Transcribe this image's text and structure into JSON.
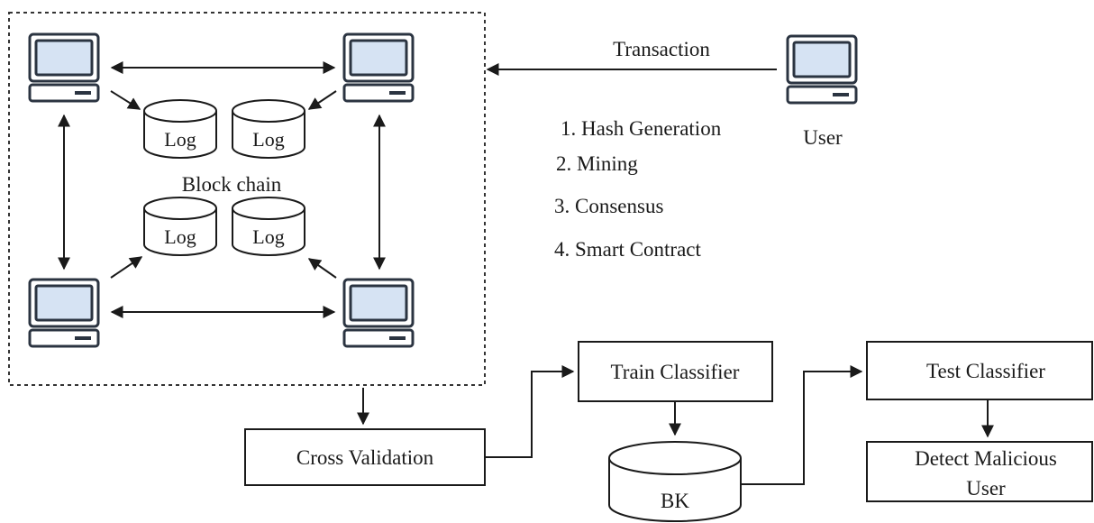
{
  "labels": {
    "transaction": "Transaction",
    "user": "User",
    "block_chain": "Block chain",
    "log": "Log",
    "bk": "BK"
  },
  "steps": [
    "1. Hash Generation",
    "2. Mining",
    "3. Consensus",
    "4. Smart Contract"
  ],
  "boxes": {
    "cross_validation": "Cross Validation",
    "train_classifier": "Train Classifier",
    "test_classifier": "Test Classifier",
    "detect_line1": "Detect Malicious",
    "detect_line2": "User"
  },
  "icons": {
    "computer": "desktop-computer-icon",
    "database": "database-cylinder-icon"
  },
  "colors": {
    "ink": "#1a1a1a",
    "monitor_border": "#2b3441",
    "screen": "#d6e3f3",
    "background": "#ffffff"
  }
}
